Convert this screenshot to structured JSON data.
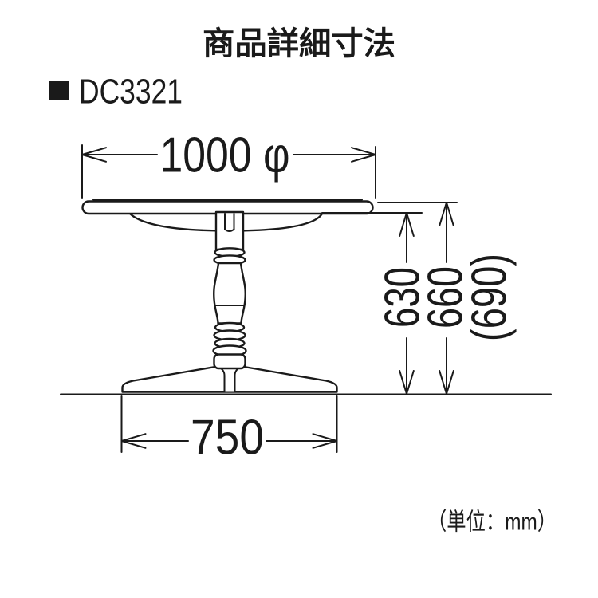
{
  "header": {
    "title": "商品詳細寸法",
    "product_code": "DC3321"
  },
  "drawing": {
    "type": "technical-dimension-diagram",
    "dimension_labels": {
      "diameter": "1000 φ",
      "height_to_apron": "630",
      "height_to_top": "660",
      "height_alternate": "(690)",
      "base_width": "750"
    }
  },
  "footer": {
    "unit_note": "（単位：mm）"
  },
  "colors": {
    "line": "#1a1a1a",
    "background": "#ffffff"
  }
}
